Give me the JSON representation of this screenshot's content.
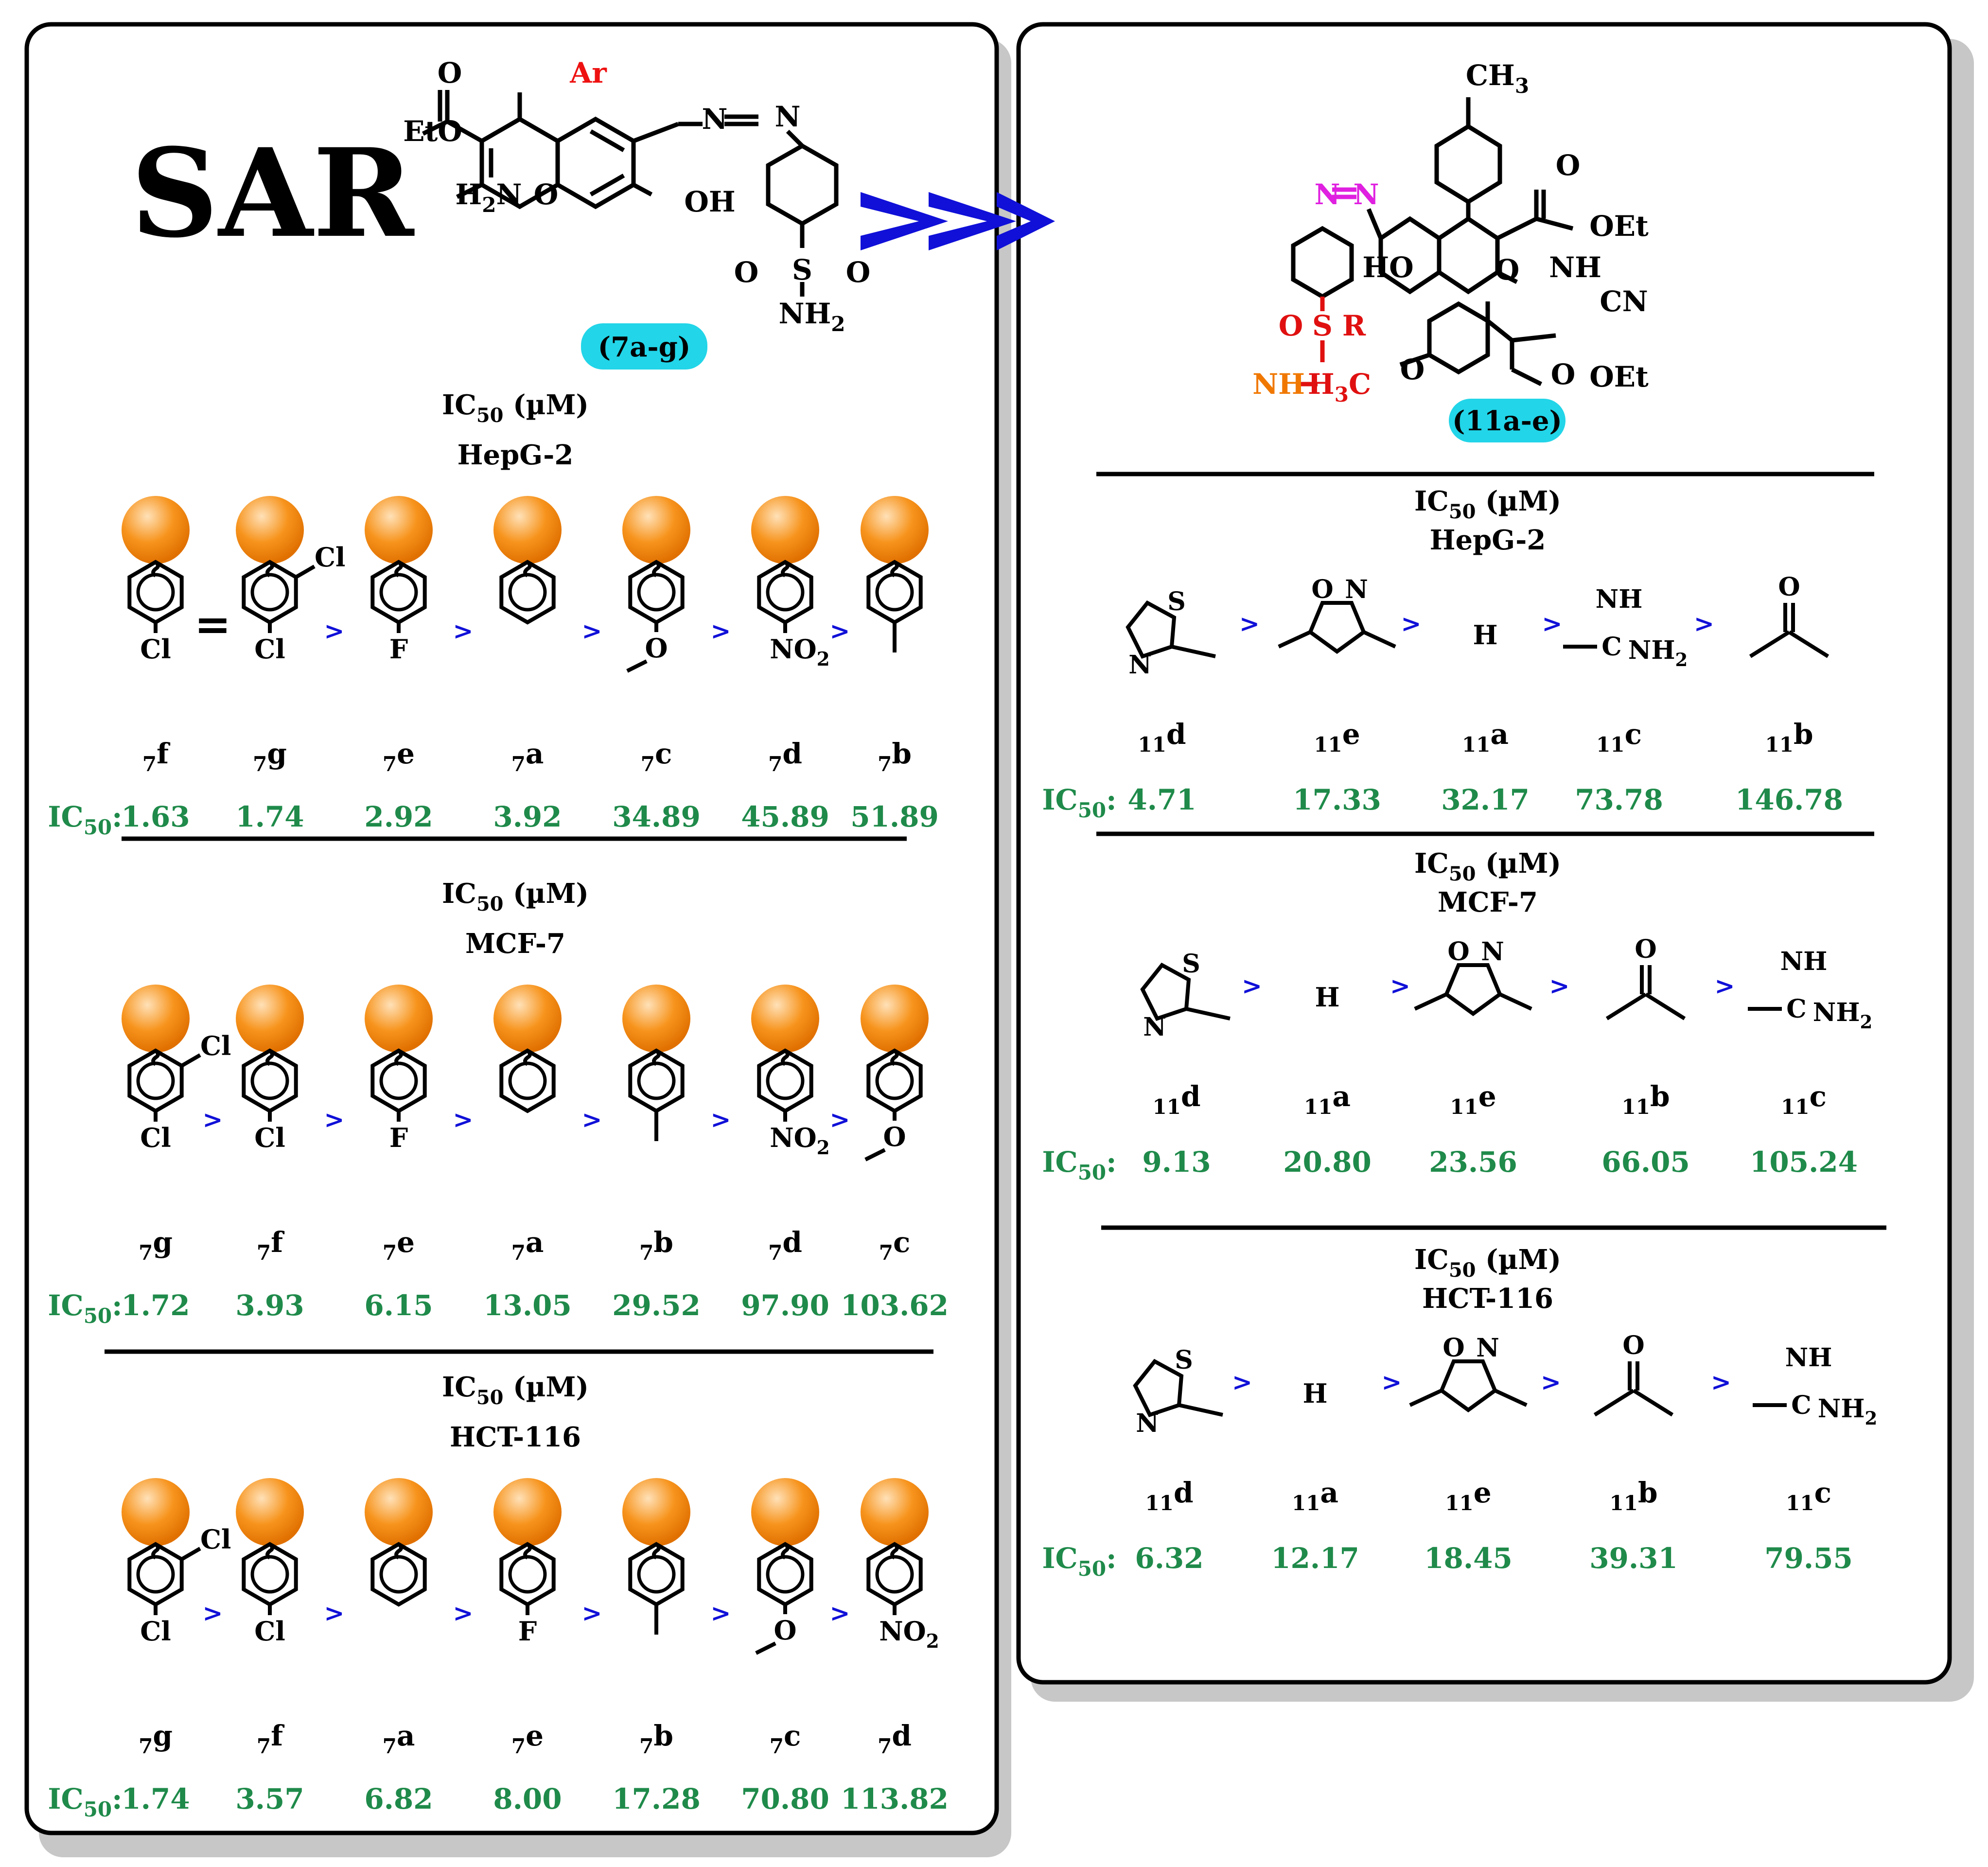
{
  "colors": {
    "ic50": "#1f8a4a",
    "arrow": "#1010d8",
    "sar": "#ee1111",
    "badge": "#22d5e8",
    "sphere": "#f7941d",
    "azo_right": "#e020e0",
    "sulfonamide_right": "#e01010",
    "r_group": "#f07800"
  },
  "left": {
    "sar_title": "SAR",
    "badge": "(7a-g)",
    "scaffold_labels": [
      "O",
      "Ar",
      "EtO",
      "H2N",
      "O",
      "OH",
      "N",
      "N",
      "O",
      "S",
      "O",
      "NH2"
    ],
    "sections": [
      {
        "ic50_label": "IC50 (µM)",
        "cell_line": "HepG-2",
        "prefix": "IC50:",
        "order_signs": [
          "=",
          ">",
          ">",
          ">",
          ">",
          ">"
        ],
        "compounds": [
          {
            "id": "7f",
            "ic50": "1.63"
          },
          {
            "id": "7g",
            "ic50": "1.74"
          },
          {
            "id": "7e",
            "ic50": "2.92"
          },
          {
            "id": "7a",
            "ic50": "3.92"
          },
          {
            "id": "7c",
            "ic50": "34.89"
          },
          {
            "id": "7d",
            "ic50": "45.89"
          },
          {
            "id": "7b",
            "ic50": "51.89"
          }
        ]
      },
      {
        "ic50_label": "IC50 (µM)",
        "cell_line": "MCF-7",
        "prefix": "IC50:",
        "order_signs": [
          ">",
          ">",
          ">",
          ">",
          ">",
          ">"
        ],
        "compounds": [
          {
            "id": "7g",
            "ic50": "1.72"
          },
          {
            "id": "7f",
            "ic50": "3.93"
          },
          {
            "id": "7e",
            "ic50": "6.15"
          },
          {
            "id": "7a",
            "ic50": "13.05"
          },
          {
            "id": "7b",
            "ic50": "29.52"
          },
          {
            "id": "7d",
            "ic50": "97.90"
          },
          {
            "id": "7c",
            "ic50": "103.62"
          }
        ]
      },
      {
        "ic50_label": "IC50 (µM)",
        "cell_line": "HCT-116",
        "prefix": "IC50:",
        "order_signs": [
          ">",
          ">",
          ">",
          ">",
          ">",
          ">"
        ],
        "compounds": [
          {
            "id": "7g",
            "ic50": "1.74"
          },
          {
            "id": "7f",
            "ic50": "3.57"
          },
          {
            "id": "7a",
            "ic50": "6.82"
          },
          {
            "id": "7e",
            "ic50": "8.00"
          },
          {
            "id": "7b",
            "ic50": "17.28"
          },
          {
            "id": "7c",
            "ic50": "70.80"
          },
          {
            "id": "7d",
            "ic50": "113.82"
          }
        ]
      }
    ]
  },
  "right": {
    "badge": "(11a-e)",
    "scaffold_labels": [
      "CH3",
      "N",
      "N",
      "O",
      "OEt",
      "HO",
      "O",
      "NH",
      "CN",
      "O",
      "S",
      "O",
      "R",
      "NH",
      "H3C",
      "O",
      "OEt"
    ],
    "sections": [
      {
        "ic50_label": "IC50 (µM)",
        "cell_line": "HepG-2",
        "prefix": "IC50:",
        "compounds": [
          {
            "id": "11d",
            "group": "thiazole",
            "ic50": "4.71"
          },
          {
            "id": "11e",
            "group": "isoxazole",
            "ic50": "17.33"
          },
          {
            "id": "11a",
            "group": "H",
            "ic50": "32.17"
          },
          {
            "id": "11c",
            "group": "amidine",
            "ic50": "73.78"
          },
          {
            "id": "11b",
            "group": "acetyl",
            "ic50": "146.78"
          }
        ]
      },
      {
        "ic50_label": "IC50 (µM)",
        "cell_line": "MCF-7",
        "prefix": "IC50:",
        "compounds": [
          {
            "id": "11d",
            "group": "thiazole",
            "ic50": "9.13"
          },
          {
            "id": "11a",
            "group": "H",
            "ic50": "20.80"
          },
          {
            "id": "11e",
            "group": "isoxazole",
            "ic50": "23.56"
          },
          {
            "id": "11b",
            "group": "acetyl",
            "ic50": "66.05"
          },
          {
            "id": "11c",
            "group": "amidine",
            "ic50": "105.24"
          }
        ]
      },
      {
        "ic50_label": "IC50 (µM)",
        "cell_line": "HCT-116",
        "prefix": "IC50:",
        "compounds": [
          {
            "id": "11d",
            "group": "thiazole",
            "ic50": "6.32"
          },
          {
            "id": "11a",
            "group": "H",
            "ic50": "12.17"
          },
          {
            "id": "11e",
            "group": "isoxazole",
            "ic50": "18.45"
          },
          {
            "id": "11b",
            "group": "acetyl",
            "ic50": "39.31"
          },
          {
            "id": "11c",
            "group": "amidine",
            "ic50": "79.55"
          }
        ]
      }
    ]
  },
  "substituents": {
    "7a": {
      "atoms": []
    },
    "7b": {
      "atoms": [
        "methyl"
      ]
    },
    "7c": {
      "atoms": [
        "methoxy"
      ]
    },
    "7d": {
      "atoms": [
        "NO2"
      ]
    },
    "7e": {
      "atoms": [
        "F"
      ]
    },
    "7f": {
      "atoms": [
        "Cl"
      ]
    },
    "7g": {
      "atoms": [
        "Cl",
        "Cl"
      ]
    }
  },
  "group_labels": {
    "thiazole": [
      "S",
      "N"
    ],
    "isoxazole": [
      "O",
      "N"
    ],
    "H": [
      "H"
    ],
    "amidine": [
      "NH",
      "C",
      "NH2"
    ],
    "acetyl": [
      "O"
    ]
  }
}
